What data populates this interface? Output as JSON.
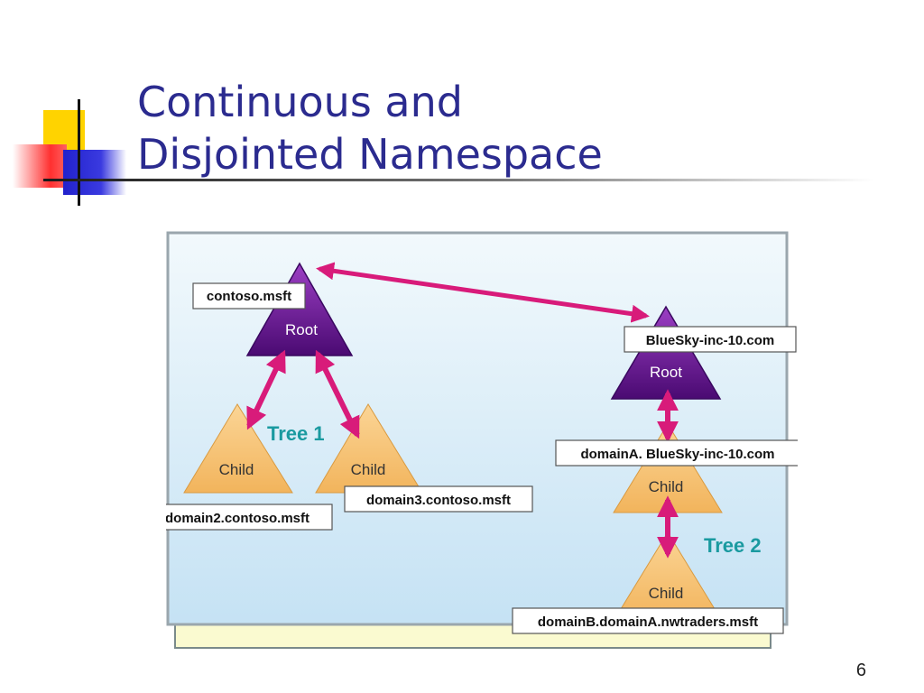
{
  "title": {
    "line1": "Continuous and",
    "line2": "Disjointed Namespace"
  },
  "page_number": "6",
  "colors": {
    "title": "#2b2b8f",
    "root_fill": "#6a1b9a",
    "child_fill": "#f7c57a",
    "arrow": "#d81b7a",
    "tree_label": "#1a9aa0",
    "panel_bg_top": "#eef7fb",
    "panel_bg_bottom": "#c8e4f5"
  },
  "diagram": {
    "tree1_label": "Tree 1",
    "tree2_label": "Tree 2",
    "root_label": "Root",
    "child_label": "Child",
    "domains": {
      "contoso": "contoso.msft",
      "domain2": "domain2.contoso.msft",
      "domain3": "domain3.contoso.msft",
      "bluesky": "BlueSky-inc-10.com",
      "domainA": "domainA. BlueSky-inc-10.com",
      "domainB": "domainB.domainA.nwtraders.msft"
    }
  }
}
